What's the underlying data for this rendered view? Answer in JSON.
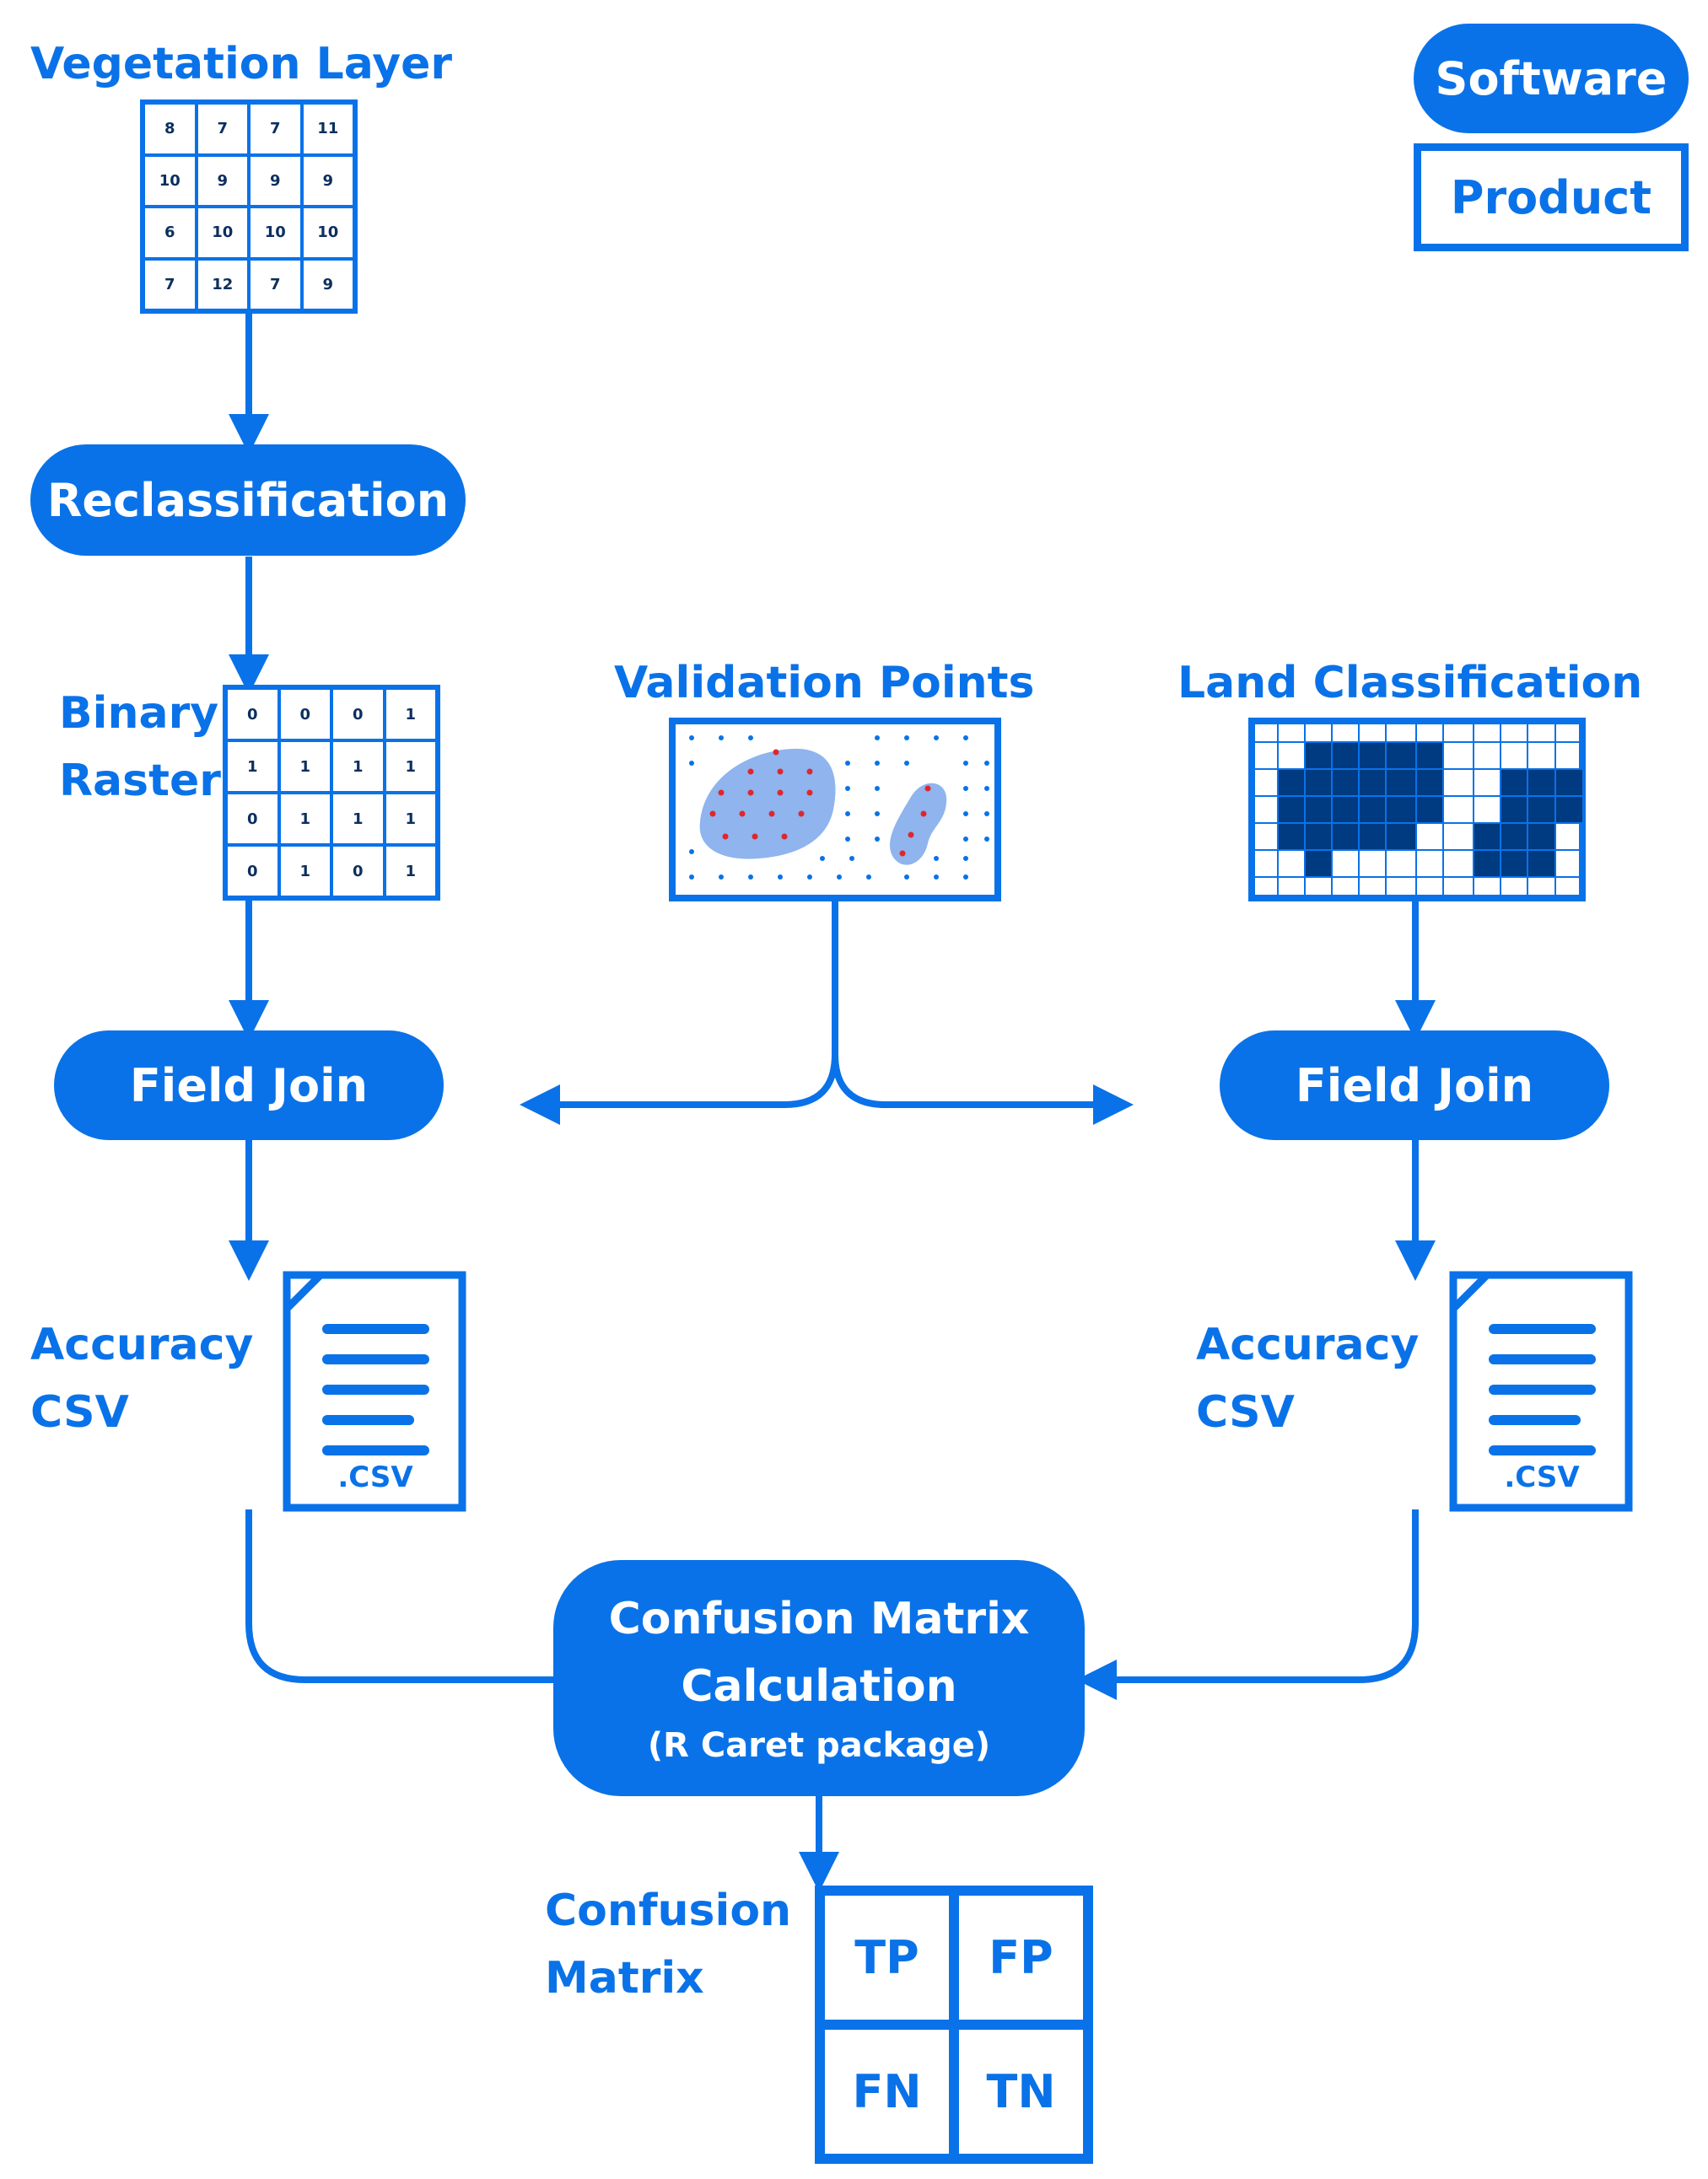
{
  "legend": {
    "software": "Software",
    "product": "Product"
  },
  "vegetation": {
    "title": "Vegetation Layer",
    "cells": [
      "8",
      "7",
      "7",
      "11",
      "10",
      "9",
      "9",
      "9",
      "6",
      "10",
      "10",
      "10",
      "7",
      "12",
      "7",
      "9"
    ]
  },
  "reclass": {
    "label": "Reclassification"
  },
  "binary": {
    "title_line1": "Binary",
    "title_line2": "Raster",
    "cells": [
      "0",
      "0",
      "0",
      "1",
      "1",
      "1",
      "1",
      "1",
      "0",
      "1",
      "1",
      "1",
      "0",
      "1",
      "0",
      "1"
    ]
  },
  "validation": {
    "title": "Validation Points"
  },
  "landclass": {
    "title": "Land Classification"
  },
  "field_join_left": {
    "label": "Field Join"
  },
  "field_join_right": {
    "label": "Field Join"
  },
  "csv_left": {
    "line1": "Accuracy",
    "line2": "CSV",
    "ext": ".CSV"
  },
  "csv_right": {
    "line1": "Accuracy",
    "line2": "CSV",
    "ext": ".CSV"
  },
  "confusion_calc": {
    "line1": "Confusion Matrix",
    "line2": "Calculation",
    "line3": "(R Caret package)"
  },
  "confusion_matrix": {
    "title_line1": "Confusion",
    "title_line2": "Matrix",
    "cells": [
      "TP",
      "FP",
      "FN",
      "TN"
    ]
  },
  "colors": {
    "accent": "#0a72e8",
    "dark": "#0b2f5e",
    "region": "#8fb4ee",
    "point_red": "#e0262b"
  }
}
